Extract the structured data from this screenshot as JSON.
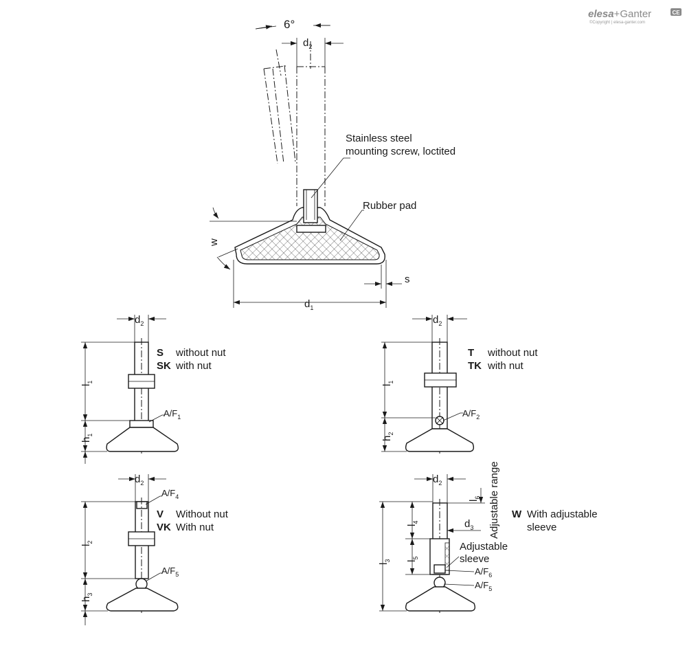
{
  "branding": {
    "logo_part1": "elesa",
    "logo_plus": "+",
    "logo_part2": "Ganter",
    "badge": "CE",
    "copyright": "©Copyright | elesa-ganter.com"
  },
  "top_view": {
    "angle": "6°",
    "d2": "d",
    "d2_sub": "2",
    "d1": "d",
    "d1_sub": "1",
    "w": "w",
    "s": "s",
    "screw_line1": "Stainless steel",
    "screw_line2": "mounting screw, loctited",
    "rubber_pad": "Rubber pad"
  },
  "variant_s": {
    "d2": "d",
    "d2_sub": "2",
    "l1": "l",
    "l1_sub": "1",
    "h1": "h",
    "h1_sub": "1",
    "af": "A/F",
    "af_sub": "1",
    "code1": "S",
    "text1": "without nut",
    "code2": "SK",
    "text2": "with nut"
  },
  "variant_t": {
    "d2": "d",
    "d2_sub": "2",
    "l1": "l",
    "l1_sub": "1",
    "h2": "h",
    "h2_sub": "2",
    "af": "A/F",
    "af_sub": "2",
    "code1": "T",
    "text1": "without nut",
    "code2": "TK",
    "text2": "with nut"
  },
  "variant_v": {
    "d2": "d",
    "d2_sub": "2",
    "l2": "l",
    "l2_sub": "2",
    "h3": "h",
    "h3_sub": "3",
    "af_top": "A/F",
    "af_top_sub": "4",
    "af_bot": "A/F",
    "af_bot_sub": "5",
    "code1": "V",
    "text1": "Without nut",
    "code2": "VK",
    "text2": "With nut"
  },
  "variant_w": {
    "d2": "d",
    "d2_sub": "2",
    "d3": "d",
    "d3_sub": "3",
    "l3": "l",
    "l3_sub": "3",
    "l4": "l",
    "l4_sub": "4",
    "l5": "l",
    "l5_sub": "5",
    "l6": "l",
    "l6_sub": "6",
    "adjustable_range": "Adjustable range",
    "sleeve_line1": "Adjustable",
    "sleeve_line2": "sleeve",
    "af6": "A/F",
    "af6_sub": "6",
    "af5": "A/F",
    "af5_sub": "5",
    "code": "W",
    "text_line1": "With adjustable",
    "text_line2": "sleeve"
  }
}
